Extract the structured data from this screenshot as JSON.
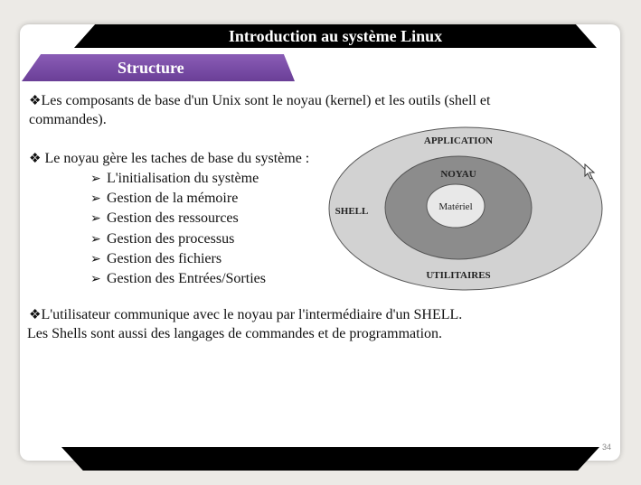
{
  "slide": {
    "title": "Introduction au système Linux",
    "section": "Structure",
    "para1_line1": "Les composants de base d'un Unix sont le noyau (kernel) et les outils (shell et",
    "para1_line2": "commandes).",
    "para2_intro": " Le noyau gère les taches de base du système :",
    "kernel_tasks": [
      "L'initialisation du système",
      "Gestion de la mémoire",
      "Gestion des ressources",
      "Gestion des processus",
      "Gestion des fichiers",
      "Gestion des Entrées/Sorties"
    ],
    "para3_line1": "L'utilisateur communique avec le noyau par l'intermédiaire d'un SHELL.",
    "para3_line2": "Les Shells sont aussi des langages de commandes et de programmation.",
    "page_number": "34"
  },
  "diagram": {
    "application": "APPLICATION",
    "noyau": "NOYAU",
    "materiel": "Matériel",
    "shell": "SHELL",
    "utilitaires": "UTILITAIRES",
    "colors": {
      "outer": "#d2d2d2",
      "middle": "#8c8c8c",
      "inner": "#e8e8e8"
    }
  },
  "icons": {
    "bullet": "diamond-bullet-icon",
    "list_marker": "arrow-bullet-icon",
    "cursor": "mouse-cursor-icon"
  }
}
